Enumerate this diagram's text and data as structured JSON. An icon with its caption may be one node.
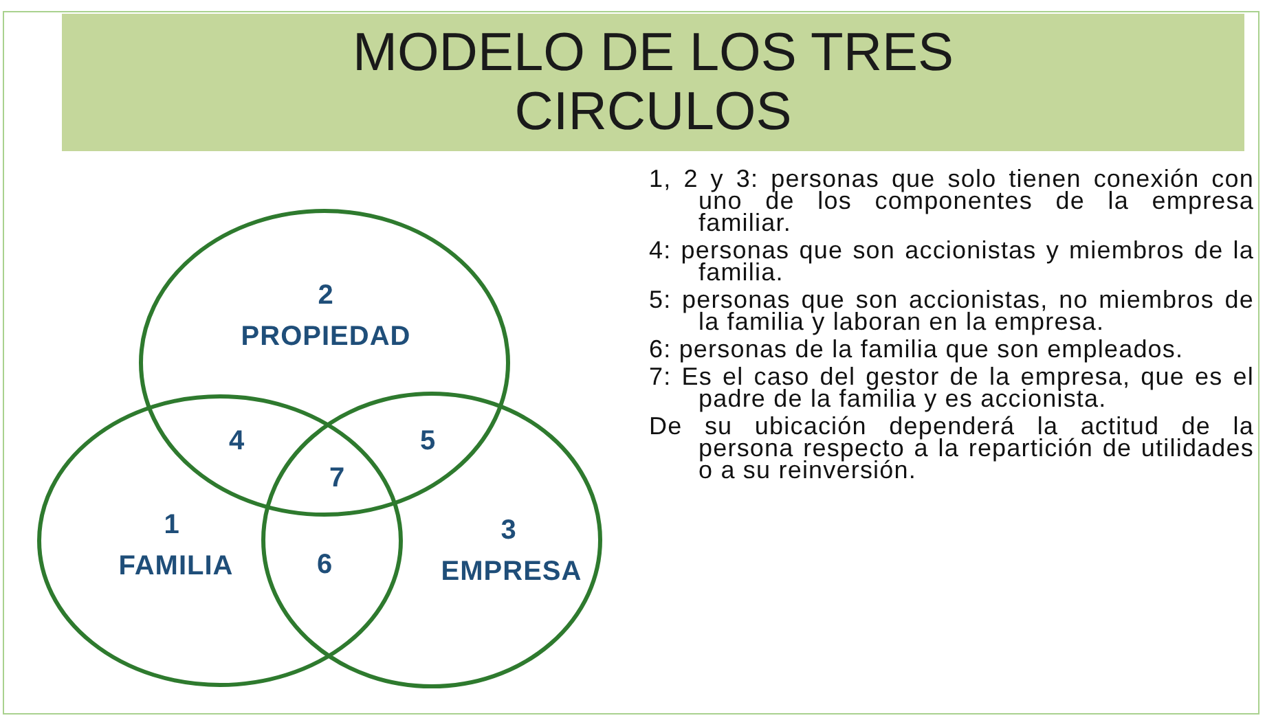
{
  "diagram": {
    "title": "MODELO DE LOS TRES CIRCULOS",
    "nodes": [
      {
        "text": [
          "2",
          "PROPIEDAD"
        ]
      },
      {
        "text": [
          "1",
          "FAMILIA"
        ]
      },
      {
        "text": [
          "3",
          "EMPRESA"
        ]
      }
    ],
    "labels": [
      "4",
      "5",
      "7",
      "6",
      "1, 2 y 3: personas que solo tienen conexión con uno de los componentes de la empresa familiar.",
      "4: personas que son accionistas y miembros de la familia.",
      "5: personas que son accionistas, no miembros de la familia y laboran en la empresa.",
      "6: personas de la familia que son empleados.",
      "7: Es el caso del gestor de la empresa, que es el padre de la familia y es accionista.",
      "De su ubicación dependerá la actitud de la persona respecto a la repartición de utilidades o a su reinversión."
    ]
  }
}
